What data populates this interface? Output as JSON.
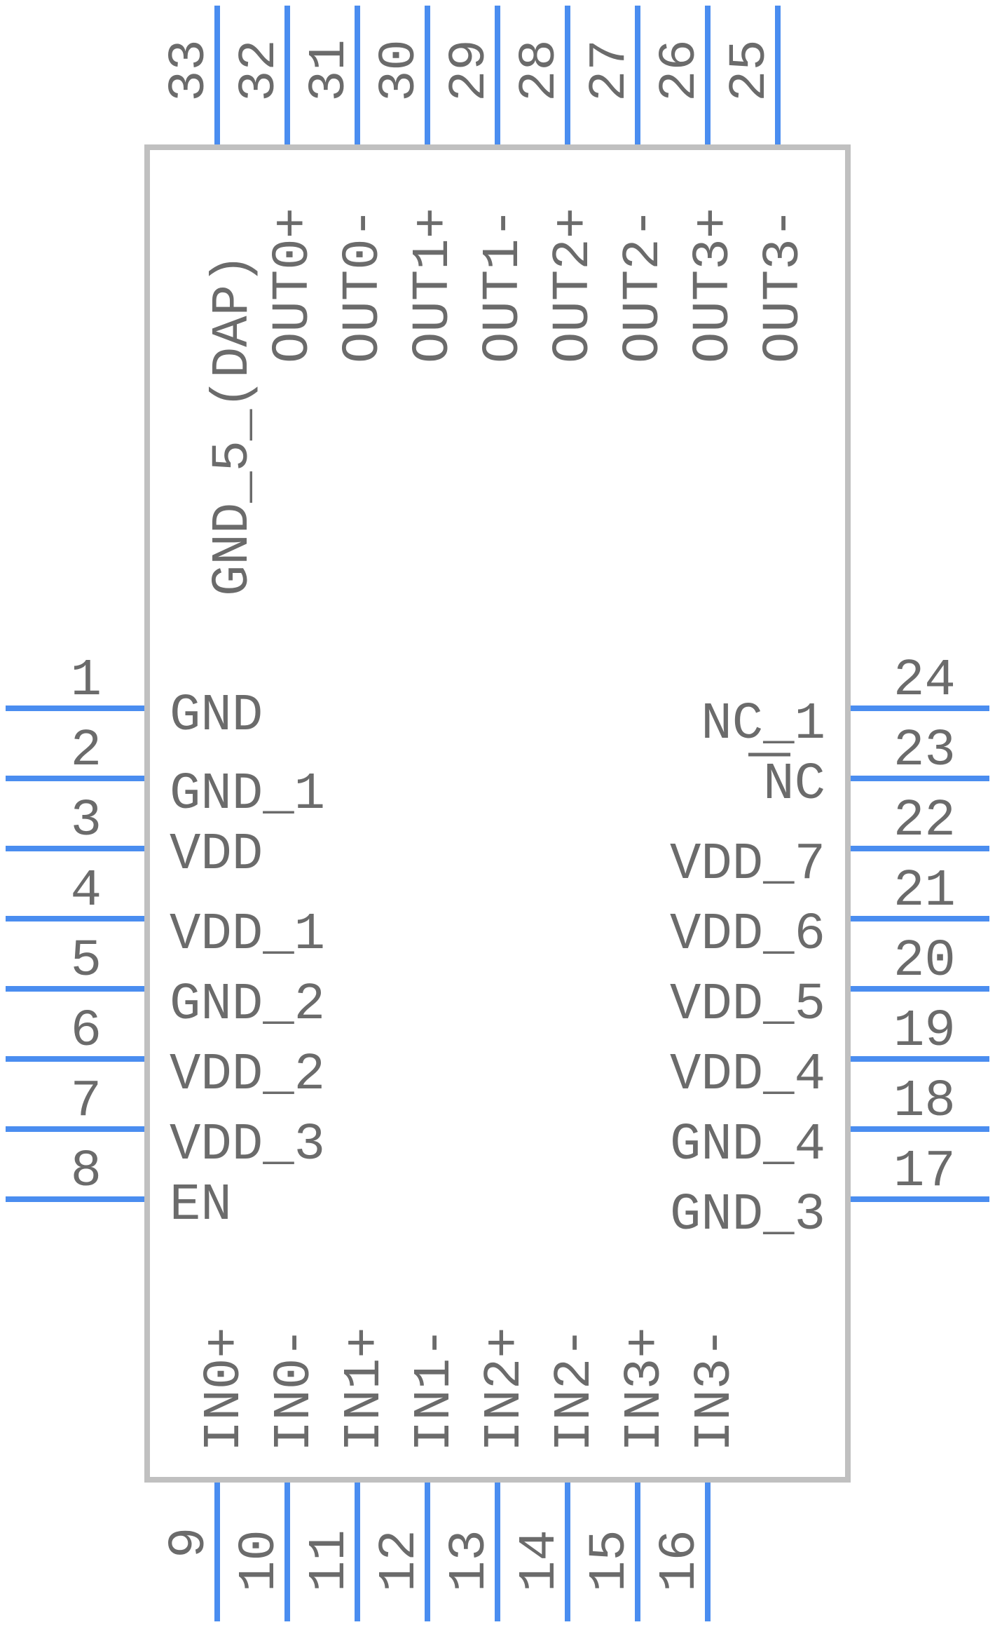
{
  "component": {
    "pins": [
      {
        "number": "1",
        "label": "GND"
      },
      {
        "number": "2",
        "label": "GND_1"
      },
      {
        "number": "3",
        "label": "VDD"
      },
      {
        "number": "4",
        "label": "VDD_1"
      },
      {
        "number": "5",
        "label": "GND_2"
      },
      {
        "number": "6",
        "label": "VDD_2"
      },
      {
        "number": "7",
        "label": "VDD_3"
      },
      {
        "number": "8",
        "label": "EN"
      },
      {
        "number": "9",
        "label": "IN0+"
      },
      {
        "number": "10",
        "label": "IN0-"
      },
      {
        "number": "11",
        "label": "IN1+"
      },
      {
        "number": "12",
        "label": "IN1-"
      },
      {
        "number": "13",
        "label": "IN2+"
      },
      {
        "number": "14",
        "label": "IN2-"
      },
      {
        "number": "15",
        "label": "IN3+"
      },
      {
        "number": "16",
        "label": "IN3-"
      },
      {
        "number": "17",
        "label": "GND_3"
      },
      {
        "number": "18",
        "label": "GND_4"
      },
      {
        "number": "19",
        "label": "VDD_4"
      },
      {
        "number": "20",
        "label": "VDD_5"
      },
      {
        "number": "21",
        "label": "VDD_6"
      },
      {
        "number": "22",
        "label": "VDD_7"
      },
      {
        "number": "23",
        "label": "NC"
      },
      {
        "number": "24",
        "label": "NC_1"
      },
      {
        "number": "25",
        "label": "OUT3-"
      },
      {
        "number": "26",
        "label": "OUT3+"
      },
      {
        "number": "27",
        "label": "OUT2-"
      },
      {
        "number": "28",
        "label": "OUT2+"
      },
      {
        "number": "29",
        "label": "OUT1-"
      },
      {
        "number": "30",
        "label": "OUT1+"
      },
      {
        "number": "31",
        "label": "OUT0-"
      },
      {
        "number": "32",
        "label": "OUT0+"
      },
      {
        "number": "33",
        "label": "GND_5_(DAP)"
      }
    ]
  },
  "colors": {
    "pin": "#4a8df0",
    "body_outline": "#c0c0c0",
    "text": "#6b6b6b"
  }
}
